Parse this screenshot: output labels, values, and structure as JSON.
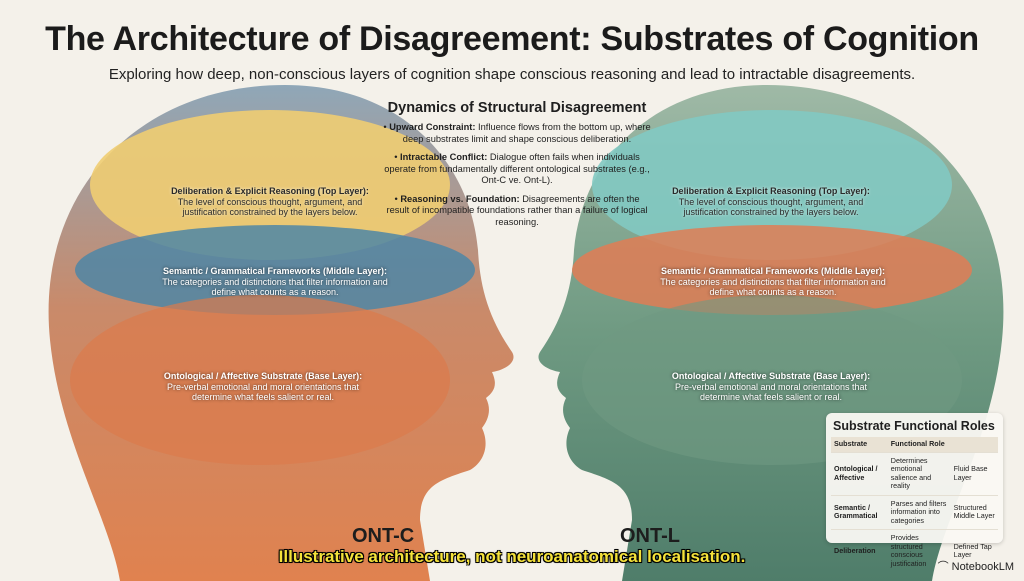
{
  "title": "The Architecture of Disagreement: Substrates of Cognition",
  "subtitle": "Exploring how deep, non-conscious layers of cognition shape conscious reasoning and lead to intractable disagreements.",
  "dynamics": {
    "heading": "Dynamics of Structural Disagreement",
    "items": [
      {
        "term": "Upward Constraint:",
        "text": "Influence flows from the bottom up, where deep substrates limit and shape conscious deliberation."
      },
      {
        "term": "Intractable Conflict:",
        "text": "Dialogue often fails when individuals operate from fundamentally different ontological substrates (e.g., Ont-C ve. Ont-L)."
      },
      {
        "term": "Reasoning vs. Foundation:",
        "text": "Disagreements are often the result of incompatible foundations rather than a failure of logical reasoning."
      }
    ]
  },
  "layers": [
    {
      "title": "Deliberation & Explicit Reasoning (Top Layer):",
      "text": "The level of conscious thought, argument, and justification constrained by the layers below."
    },
    {
      "title": "Semantic / Grammatical Frameworks (Middle Layer):",
      "text": "The categories and distinctions that filter information and define what counts as a reason."
    },
    {
      "title": "Ontological / Affective Substrate (Base Layer):",
      "text": "Pre-verbal emotional and moral orientations that determine what feels salient or real."
    }
  ],
  "heads": {
    "left": "ONT-C",
    "right": "ONT-L"
  },
  "caption": "Illustrative architecture, not neuroanatomical localisation.",
  "roles": {
    "heading": "Substrate Functional Roles",
    "headers": [
      "Substrate",
      "Functional Role",
      ""
    ],
    "rows": [
      [
        "Ontological / Affective",
        "Determines emotional salience and reality",
        "Fluid Base Layer"
      ],
      [
        "Semantic / Grammatical",
        "Parses and filters information into categories",
        "Structured Middle Layer"
      ],
      [
        "Deliberation",
        "Provides structured conscious justification",
        "Defined Tap Layer"
      ]
    ]
  },
  "logo": "NotebookLM",
  "colors": {
    "warm_top": "#f2cf6e",
    "warm_mid": "#4f86a8",
    "warm_base": "#d9774a",
    "cool_top": "#7fc6c0",
    "cool_mid": "#e07d55",
    "cool_base": "#6f9a82",
    "caption": "#f5e23a"
  }
}
